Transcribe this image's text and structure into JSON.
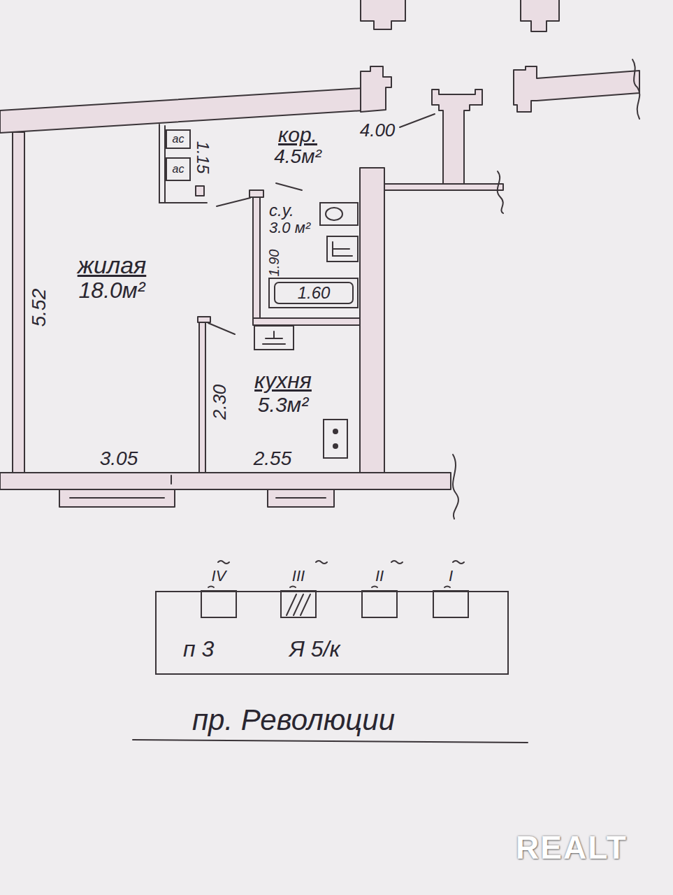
{
  "diagram": {
    "nodes": [
      {
        "text": [
          "жилая",
          "18.0м²"
        ]
      },
      {
        "text": [
          "кор.",
          "4.5м²"
        ]
      },
      {
        "text": [
          "с.у.",
          "3.0 м²"
        ]
      },
      {
        "text": [
          "кухня",
          "5.3м²"
        ]
      },
      {
        "text": [
          "п 3",
          "Я 5/к"
        ]
      }
    ],
    "edges": [],
    "labels": [
      "4.00",
      "1.15",
      "ас",
      "ас",
      "1.90",
      "1.60",
      "5.52",
      "2.30",
      "3.05",
      "2.55",
      "IV",
      "III",
      "II",
      "I",
      "пр. Революции",
      "REALT"
    ]
  }
}
